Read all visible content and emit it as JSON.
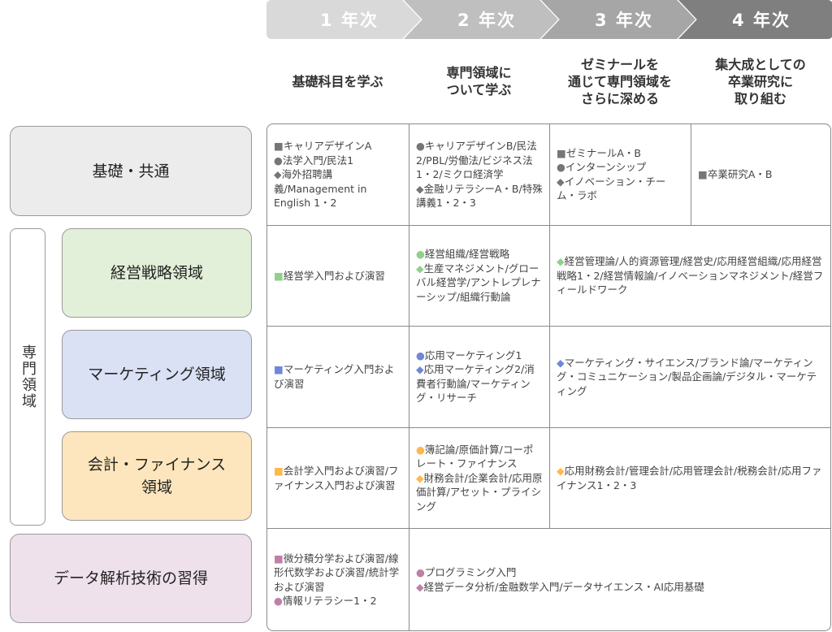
{
  "years": [
    {
      "label": "1 年次",
      "subtitle": "基礎科目を学ぶ",
      "color": "#d9d9d9"
    },
    {
      "label": "2 年次",
      "subtitle": "専門領域に\nついて学ぶ",
      "color": "#bfbfbf"
    },
    {
      "label": "3 年次",
      "subtitle": "ゼミナールを\n通じて専門領域を\nさらに深める",
      "color": "#a6a6a6"
    },
    {
      "label": "4 年次",
      "subtitle": "集大成としての\n卒業研究に\n取り組む",
      "color": "#7f7f7f"
    }
  ],
  "areas": {
    "basic": {
      "label": "基礎・共通",
      "color": "#ececec"
    },
    "specialty": {
      "label": "専門領域"
    },
    "strategy": {
      "label": "経営戦略領域",
      "color": "#e2f0d9"
    },
    "marketing": {
      "label": "マーケティング領域",
      "color": "#dae1f5"
    },
    "finance": {
      "label": "会計・ファイナンス\n領域",
      "color": "#fde6bd"
    },
    "data": {
      "label": "データ解析技術の習得",
      "color": "#efe1ec"
    }
  },
  "mark_colors": {
    "basic": "#767676",
    "strategy": "#8fd18a",
    "marketing": "#6f87d9",
    "finance": "#ffb84d",
    "data": "#c07fa8"
  },
  "rows": [
    {
      "key": "basic",
      "cells": [
        [
          {
            "m": "■",
            "t": "キャリアデザインA"
          },
          {
            "m": "●",
            "t": "法学入門/民法1"
          },
          {
            "m": "◆",
            "t": "海外招聘講義/Management in English 1・2"
          }
        ],
        [
          {
            "m": "●",
            "t": "キャリアデザインB/民法2/PBL/労働法/ビジネス法1・2/ミクロ経済学"
          },
          {
            "m": "◆",
            "t": "金融リテラシーA・B/特殊講義1・2・3"
          }
        ],
        [
          {
            "m": "■",
            "t": "ゼミナールA・B"
          },
          {
            "m": "●",
            "t": "インターンシップ"
          },
          {
            "m": "◆",
            "t": "イノベーション・チーム・ラボ"
          }
        ],
        [
          {
            "m": "■",
            "t": "卒業研究A・B"
          }
        ]
      ]
    },
    {
      "key": "strategy",
      "cells": [
        [
          {
            "m": "■",
            "t": "経営学入門および演習"
          }
        ],
        [
          {
            "m": "●",
            "t": "経営組織/経営戦略"
          },
          {
            "m": "◆",
            "t": "生産マネジメント/グローバル経営学/アントレプレナーシップ/組織行動論"
          }
        ],
        [
          {
            "m": "◆",
            "t": "経営管理論/人的資源管理/経営史/応用経営組織/応用経営戦略1・2/経営情報論/イノベーションマネジメント/経営フィールドワーク"
          }
        ]
      ]
    },
    {
      "key": "marketing",
      "cells": [
        [
          {
            "m": "■",
            "t": "マーケティング入門および演習"
          }
        ],
        [
          {
            "m": "●",
            "t": "応用マーケティング1"
          },
          {
            "m": "◆",
            "t": "応用マーケティング2/消費者行動論/マーケティング・リサーチ"
          }
        ],
        [
          {
            "m": "◆",
            "t": "マーケティング・サイエンス/ブランド論/マーケティング・コミュニケーション/製品企画論/デジタル・マーケティング"
          }
        ]
      ]
    },
    {
      "key": "finance",
      "cells": [
        [
          {
            "m": "■",
            "t": "会計学入門および演習/ファイナンス入門および演習"
          }
        ],
        [
          {
            "m": "●",
            "t": "簿記論/原価計算/コーポレート・ファイナンス"
          },
          {
            "m": "◆",
            "t": "財務会計/企業会計/応用原価計算/アセット・プライシング"
          }
        ],
        [
          {
            "m": "◆",
            "t": "応用財務会計/管理会計/応用管理会計/税務会計/応用ファイナンス1・2・3"
          }
        ]
      ]
    },
    {
      "key": "data",
      "cells": [
        [
          {
            "m": "■",
            "t": "微分積分学および演習/線形代数学および演習/統計学および演習"
          },
          {
            "m": "●",
            "t": "情報リテラシー1・2"
          }
        ],
        [
          {
            "m": "●",
            "t": "プログラミング入門"
          },
          {
            "m": "◆",
            "t": "経営データ分析/金融数学入門/データサイエンス・AI応用基礎"
          }
        ]
      ]
    }
  ]
}
